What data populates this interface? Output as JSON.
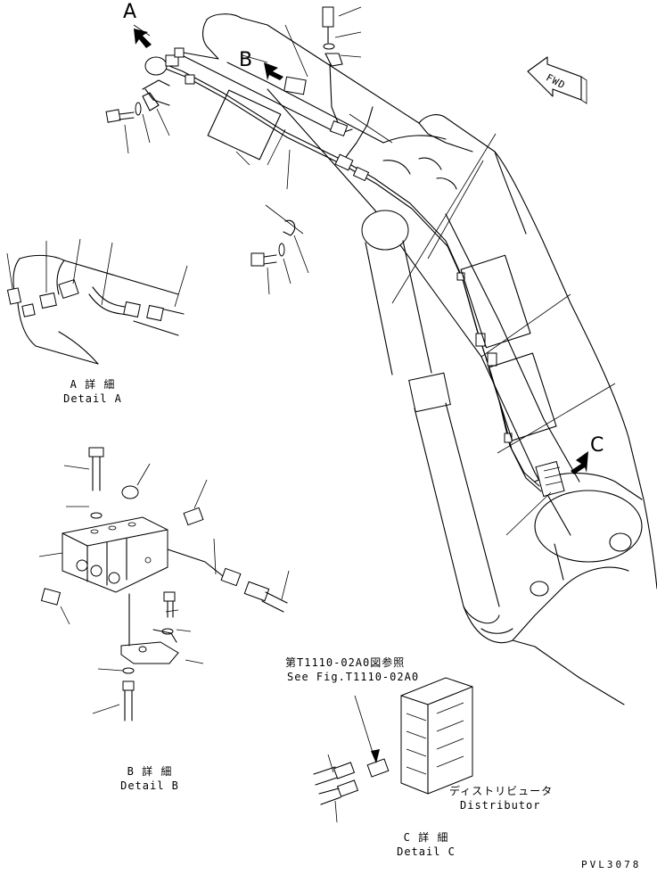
{
  "callouts": {
    "a": "A",
    "b": "B",
    "c": "C"
  },
  "fwd": "FWD",
  "detail_a": {
    "jp": "A 詳 細",
    "en": "Detail A"
  },
  "detail_b": {
    "jp": "B 詳 細",
    "en": "Detail B"
  },
  "detail_c": {
    "jp": "C 詳 細",
    "en": "Detail C"
  },
  "see_fig": {
    "jp": "第T1110-02A0図参照",
    "en": "See Fig.T1110-02A0"
  },
  "distributor": {
    "jp": "ディストリビュータ",
    "en": "Distributor"
  },
  "code": "PVL3078"
}
